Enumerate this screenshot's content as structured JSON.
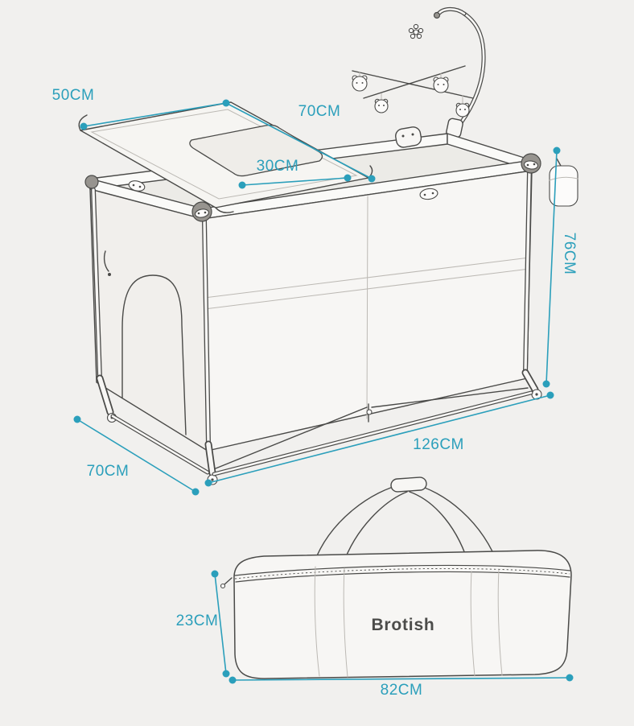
{
  "page": {
    "background_color": "#f1f0ee",
    "line_color": "#4a4a48",
    "accent_color": "#2b9fbb"
  },
  "crib": {
    "dimensions": {
      "changing_mat_width": "50CM",
      "changing_mat_length": "70CM",
      "changing_pad_width": "30CM",
      "height": "76CM",
      "length": "126CM",
      "depth": "70CM"
    }
  },
  "bag": {
    "brand": "Brotish",
    "dimensions": {
      "height": "23CM",
      "length": "82CM"
    }
  }
}
